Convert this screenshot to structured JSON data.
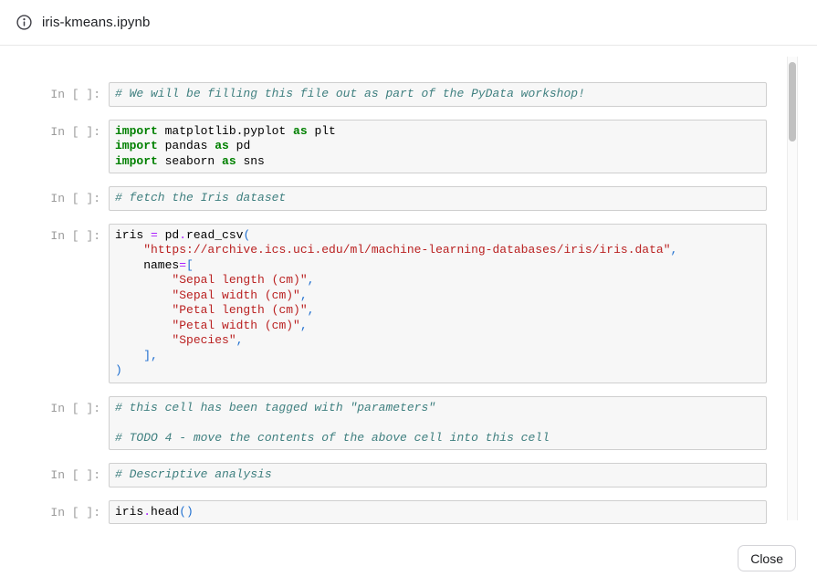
{
  "header": {
    "title": "iris-kmeans.ipynb",
    "icon": "info-icon"
  },
  "footer": {
    "close_label": "Close"
  },
  "colors": {
    "syntax_keyword": "#008000",
    "syntax_comment": "#408080",
    "syntax_operator": "#aa22ff",
    "syntax_string": "#ba2121",
    "syntax_punctuation": "#1f6fd0",
    "cell_background": "#f7f7f7",
    "cell_border": "#cfcfcf",
    "prompt_text": "#9b9b9b"
  },
  "notebook": {
    "prompt": "In [ ]:",
    "cells": [
      {
        "lines": [
          [
            [
              "cm",
              "# We will be filling this file out as part of the PyData workshop!"
            ]
          ]
        ]
      },
      {
        "lines": [
          [
            [
              "kw",
              "import"
            ],
            [
              "tx",
              " matplotlib.pyplot "
            ],
            [
              "kw",
              "as"
            ],
            [
              "tx",
              " plt"
            ]
          ],
          [
            [
              "kw",
              "import"
            ],
            [
              "tx",
              " pandas "
            ],
            [
              "kw",
              "as"
            ],
            [
              "tx",
              " pd"
            ]
          ],
          [
            [
              "kw",
              "import"
            ],
            [
              "tx",
              " seaborn "
            ],
            [
              "kw",
              "as"
            ],
            [
              "tx",
              " sns"
            ]
          ]
        ]
      },
      {
        "lines": [
          [
            [
              "cm",
              "# fetch the Iris dataset"
            ]
          ]
        ]
      },
      {
        "lines": [
          [
            [
              "tx",
              "iris "
            ],
            [
              "op",
              "="
            ],
            [
              "tx",
              " pd"
            ],
            [
              "op",
              "."
            ],
            [
              "tx",
              "read_csv"
            ],
            [
              "pn",
              "("
            ]
          ],
          [
            [
              "tx",
              "    "
            ],
            [
              "str",
              "\"https://archive.ics.uci.edu/ml/machine-learning-databases/iris/iris.data\""
            ],
            [
              "pn",
              ","
            ]
          ],
          [
            [
              "tx",
              "    names"
            ],
            [
              "op",
              "="
            ],
            [
              "pn",
              "["
            ]
          ],
          [
            [
              "tx",
              "        "
            ],
            [
              "str",
              "\"Sepal length (cm)\""
            ],
            [
              "pn",
              ","
            ]
          ],
          [
            [
              "tx",
              "        "
            ],
            [
              "str",
              "\"Sepal width (cm)\""
            ],
            [
              "pn",
              ","
            ]
          ],
          [
            [
              "tx",
              "        "
            ],
            [
              "str",
              "\"Petal length (cm)\""
            ],
            [
              "pn",
              ","
            ]
          ],
          [
            [
              "tx",
              "        "
            ],
            [
              "str",
              "\"Petal width (cm)\""
            ],
            [
              "pn",
              ","
            ]
          ],
          [
            [
              "tx",
              "        "
            ],
            [
              "str",
              "\"Species\""
            ],
            [
              "pn",
              ","
            ]
          ],
          [
            [
              "tx",
              "    "
            ],
            [
              "pn",
              "],"
            ]
          ],
          [
            [
              "pn",
              ")"
            ]
          ]
        ]
      },
      {
        "lines": [
          [
            [
              "cm",
              "# this cell has been tagged with \"parameters\""
            ]
          ],
          [],
          [
            [
              "cm",
              "# TODO 4 - move the contents of the above cell into this cell"
            ]
          ]
        ]
      },
      {
        "lines": [
          [
            [
              "cm",
              "# Descriptive analysis"
            ]
          ]
        ]
      },
      {
        "lines": [
          [
            [
              "tx",
              "iris"
            ],
            [
              "op",
              "."
            ],
            [
              "tx",
              "head"
            ],
            [
              "pn",
              "()"
            ]
          ]
        ]
      }
    ]
  }
}
